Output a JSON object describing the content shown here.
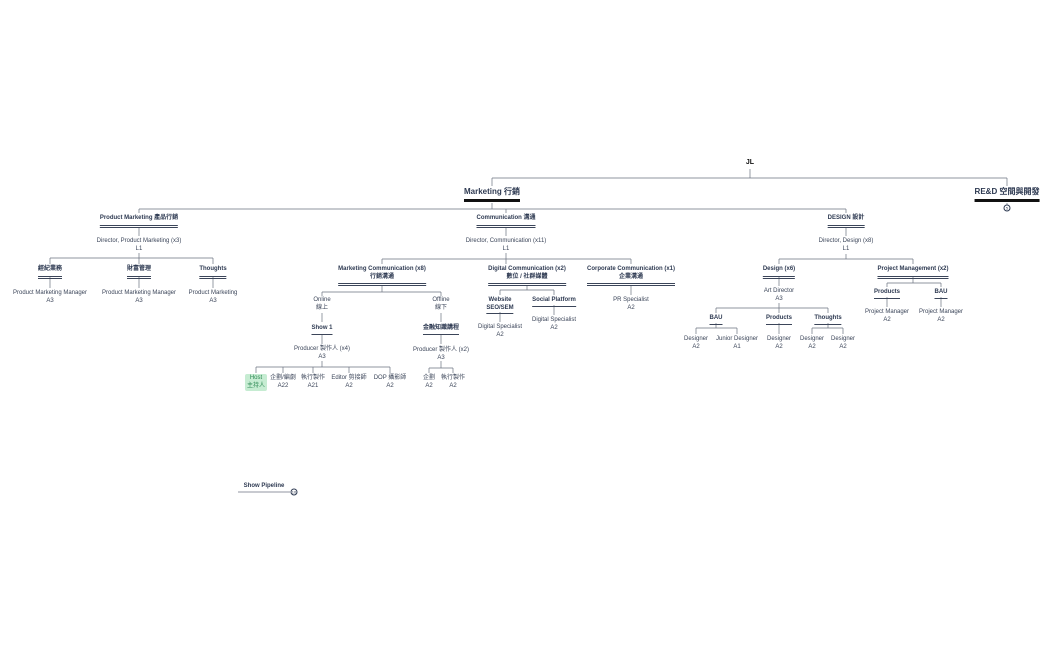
{
  "root": "JL",
  "marketing": {
    "title": "Marketing 行銷",
    "product_marketing": {
      "title": "Product Marketing 產品行銷",
      "director": "Director, Product Marketing (x3)",
      "level": "L1",
      "teams": [
        {
          "title": "經紀業務",
          "role": "Product Marketing Manager",
          "level": "A3"
        },
        {
          "title": "財富管理",
          "role": "Product Marketing Manager",
          "level": "A3"
        },
        {
          "title": "Thoughts",
          "role": "Product Marketing",
          "level": "A3"
        }
      ]
    },
    "communication": {
      "title": "Communication 溝通",
      "director": "Director, Communication (x11)",
      "level": "L1",
      "marcom": {
        "title1": "Marketing Communication (x8)",
        "title2": "行銷溝通",
        "online": {
          "label1": "Online",
          "label2": "線上",
          "show": "Show 1",
          "producer": "Producer 製作人 (x4)",
          "producer_level": "A3",
          "roles": [
            {
              "title": "Host",
              "sub": "主持人"
            },
            {
              "title": "企劃/編劇",
              "sub": "A22"
            },
            {
              "title": "執行製作",
              "sub": "A21"
            },
            {
              "title": "Editor 剪接師",
              "sub": "A2"
            },
            {
              "title": "DOP 攝影師",
              "sub": "A2"
            }
          ]
        },
        "offline": {
          "label1": "Offline",
          "label2": "線下",
          "show": "金融知識講程",
          "producer": "Producer 製作人 (x2)",
          "producer_level": "A3",
          "roles": [
            {
              "title": "企劃",
              "sub": "A2"
            },
            {
              "title": "執行製作",
              "sub": "A2"
            }
          ]
        }
      },
      "digital": {
        "title1": "Digital Communication (x2)",
        "title2": "數位 / 社群媒體",
        "website": {
          "title1": "Website",
          "title2": "SEO/SEM",
          "role": "Digital Specialist",
          "level": "A2"
        },
        "social": {
          "title": "Social Platform",
          "role": "Digital Specialist",
          "level": "A2"
        }
      },
      "corporate": {
        "title1": "Corporate Communication (x1)",
        "title2": "企業溝通",
        "role": "PR Specialist",
        "level": "A2"
      }
    },
    "design": {
      "title": "DESIGN 設計",
      "director": "Director, Design (x8)",
      "level": "L1",
      "design_team": {
        "title": "Design (x6)",
        "art_director": "Art Director",
        "art_level": "A3",
        "groups": [
          {
            "title": "BAU",
            "members": [
              {
                "role": "Designer",
                "level": "A2"
              },
              {
                "role": "Junior Designer",
                "level": "A1"
              }
            ]
          },
          {
            "title": "Products",
            "members": [
              {
                "role": "Designer",
                "level": "A2"
              }
            ]
          },
          {
            "title": "Thoughts",
            "members": [
              {
                "role": "Designer",
                "level": "A2"
              },
              {
                "role": "Designer",
                "level": "A2"
              }
            ]
          }
        ]
      },
      "pm": {
        "title": "Project Management (x2)",
        "groups": [
          {
            "title": "Products",
            "role": "Project Manager",
            "level": "A2"
          },
          {
            "title": "BAU",
            "role": "Project Manager",
            "level": "A2"
          }
        ]
      }
    }
  },
  "red": {
    "title": "RE&D 空間與開發",
    "collapsed_count": "5"
  },
  "pipeline": {
    "title": "Show Pipeline",
    "collapsed_count": "10"
  },
  "colors": {
    "text": "#2e3a52",
    "line": "#6b7280",
    "host_bg": "#c6ecd2",
    "host_text": "#2f8a55"
  }
}
